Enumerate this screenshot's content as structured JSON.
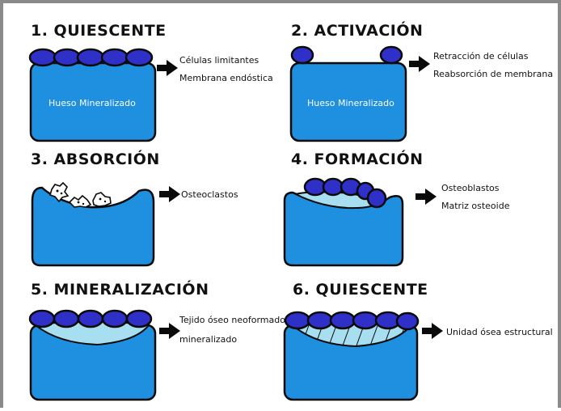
{
  "panels": [
    {
      "title": "1. QUIESCENTE",
      "inner_label": "Hueso Mineralizado",
      "notes": [
        "Células limitantes",
        "Membrana endóstica"
      ]
    },
    {
      "title": "2. ACTIVACIÓN",
      "inner_label": "Hueso Mineralizado",
      "notes": [
        "Retracción de células",
        "Reabsorción de membrana"
      ]
    },
    {
      "title": "3. ABSORCIÓN",
      "notes": [
        "Osteoclastos"
      ]
    },
    {
      "title": "4. FORMACIÓN",
      "notes": [
        "Osteoblastos",
        "Matriz osteoide"
      ]
    },
    {
      "title": "5. MINERALIZACIÓN",
      "notes": [
        "Tejido óseo neoformado",
        "mineralizado"
      ]
    },
    {
      "title": "6. QUIESCENTE",
      "notes": [
        "Unidad ósea estructural"
      ]
    }
  ],
  "colors": {
    "bone": "#1f8fe0",
    "cells": "#2f30c8",
    "matrix": "#a8dff0",
    "frame": "#8a8a8a"
  }
}
